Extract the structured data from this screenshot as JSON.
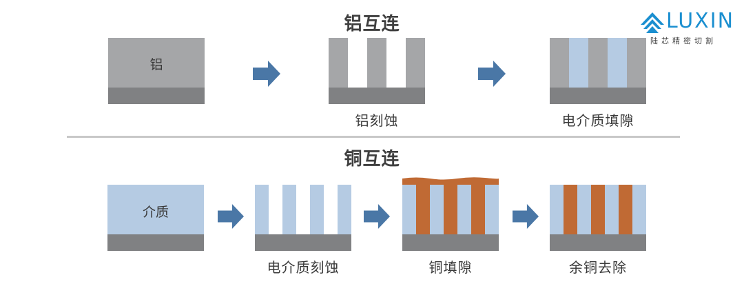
{
  "logo": {
    "brand": "LUXIN",
    "subtitle": "陆芯精密切割",
    "icon": "stacked-chevron-logo-icon",
    "brand_color": "#1b8fd0"
  },
  "colors": {
    "aluminum": "#a5a6a8",
    "substrate": "#808183",
    "dielectric": "#b5cbe3",
    "copper": "#c06a34",
    "arrow": "#4a77a6"
  },
  "aluminum_section": {
    "title": "铝互连",
    "steps": [
      {
        "inner_label": "铝",
        "caption": ""
      },
      {
        "inner_label": "",
        "caption": "铝刻蚀"
      },
      {
        "inner_label": "",
        "caption": "电介质填隙"
      }
    ]
  },
  "copper_section": {
    "title": "铜互连",
    "steps": [
      {
        "inner_label": "介质",
        "caption": ""
      },
      {
        "inner_label": "",
        "caption": "电介质刻蚀"
      },
      {
        "inner_label": "",
        "caption": "铜填隙"
      },
      {
        "inner_label": "",
        "caption": "余铜去除"
      }
    ]
  }
}
